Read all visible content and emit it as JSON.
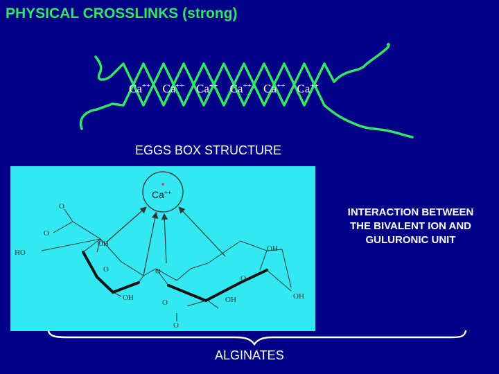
{
  "title": "PHYSICAL CROSSLINKS (strong)",
  "egg_box": {
    "ions": [
      "Ca",
      "Ca",
      "Ca",
      "Ca",
      "Ca",
      "Ca"
    ],
    "charge": "++",
    "label": "EGGS BOX STRUCTURE",
    "chain_color": "#33e666"
  },
  "molecule": {
    "ion_symbol": "Ca",
    "ion_charge": "++",
    "atoms": {
      "o1": "O",
      "o2": "O",
      "ho": "HO",
      "oh1": "OH",
      "o_ring1": "O",
      "o_link": "O",
      "oh2": "OH",
      "o_ring2": "O",
      "oh3": "OH",
      "o3": "O",
      "oh4": "OH",
      "o4": "O",
      "oh5": "OH"
    },
    "background": "#33e8f0"
  },
  "interaction": {
    "lines": [
      "INTERACTION BETWEEN",
      "THE BIVALENT ION AND",
      "GULURONIC UNIT"
    ]
  },
  "footer_label": "ALGINATES",
  "colors": {
    "background": "#000086",
    "title": "#33e666",
    "text": "#ffffff"
  }
}
